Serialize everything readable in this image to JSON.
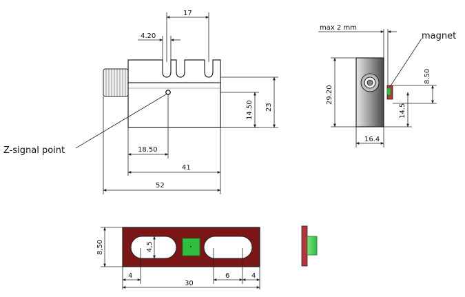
{
  "dimensions": {
    "front_slot_spacing": "17",
    "front_slot_width": "4.20",
    "front_height_a": "14.50",
    "front_height_total": "23",
    "front_zpoint_offset": "18.50",
    "front_body_length": "41",
    "front_total_length": "52",
    "side_gap_max": "max 2 mm",
    "side_height": "29.20",
    "side_magnet_height": "8.50",
    "side_magnet_offset": "14.5",
    "side_width": "16.4",
    "bottom_height": "8,50",
    "bottom_inner_height": "4,5",
    "bottom_left_margin": "4",
    "bottom_slot_length": "6",
    "bottom_right_margin": "4",
    "bottom_total_length": "30"
  },
  "labels": {
    "magnet": "magnet",
    "z_signal": "Z-signal point"
  },
  "colors": {
    "magnet_strip": "#b5353a",
    "magnet_core": "#2fbf3f",
    "magnet_core_dark": "#1a7a25",
    "rail_body": "#7a1616"
  }
}
